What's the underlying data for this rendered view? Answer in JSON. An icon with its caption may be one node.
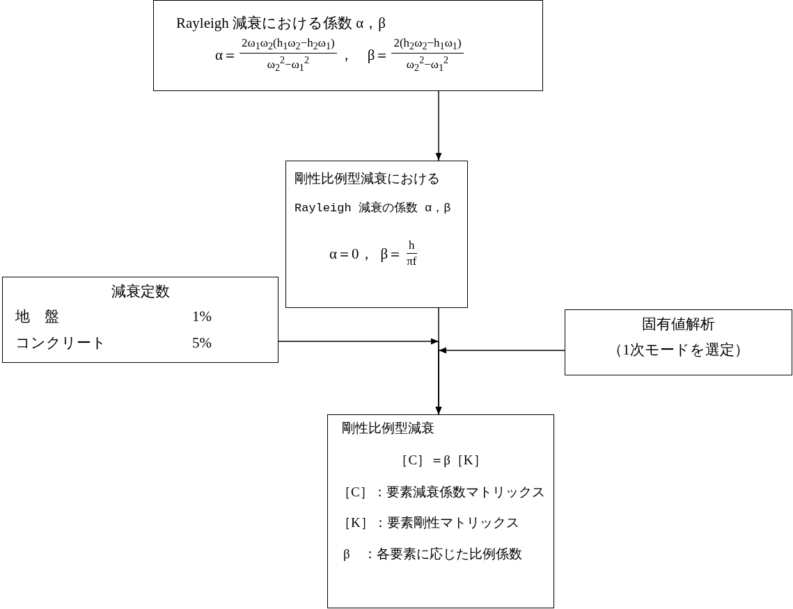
{
  "diagram": {
    "nodes": [
      {
        "text": [
          "Rayleigh 減衰における係数 α，β",
          "α＝",
          "2ω$_{1}$ω$_{2}$(h$_{1}$ω$_{2}$−h$_{2}$ω$_{1}$)",
          "ω$_{2}$$^{2}$−ω$_{1}$$^{2}$",
          "，",
          "β＝",
          "2(h$_{2}$ω$_{2}$−h$_{1}$ω$_{1}$)",
          "ω$_{2}$$^{2}$−ω$_{1}$$^{2}$"
        ]
      },
      {
        "text": [
          "剛性比例型減衰における",
          "Rayleigh 減衰の係数 α，β",
          "α＝0，",
          "β＝",
          "h",
          "πf"
        ]
      },
      {
        "text": [
          "減衰定数",
          "地　盤",
          "1%",
          "コンクリート",
          "5%"
        ]
      },
      {
        "text": [
          "固有値解析",
          "（1次モードを選定）"
        ]
      },
      {
        "text": [
          "剛性比例型減衰",
          "［C］＝β［K］",
          "［C］：要素減衰係数マトリックス",
          "［K］：要素剛性マトリックス",
          "β　：各要素に応じた比例係数"
        ]
      }
    ],
    "edges": [
      {
        "from": 0,
        "to": 1,
        "arrow": "to"
      },
      {
        "from": 1,
        "to": 4,
        "arrow": "to"
      },
      {
        "from": 2,
        "to": 4,
        "arrow": "to"
      },
      {
        "from": 3,
        "to": 4,
        "arrow": "to"
      }
    ]
  }
}
